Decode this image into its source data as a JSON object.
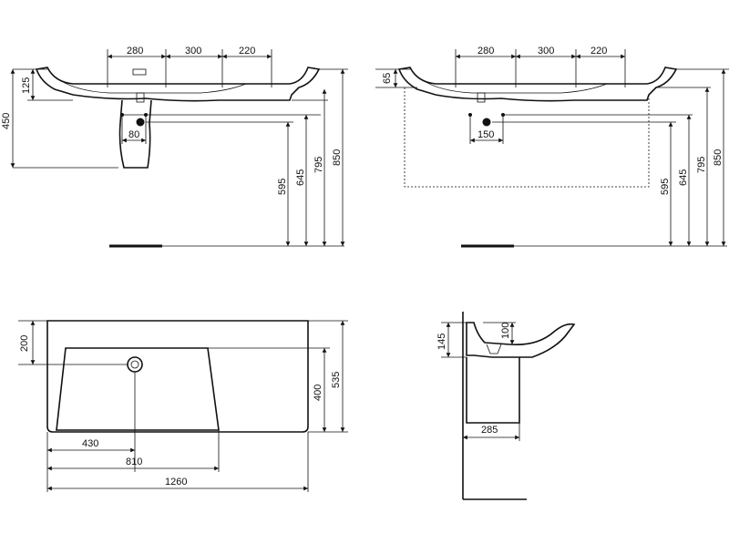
{
  "views": {
    "front_pedestal": {
      "top_dims": [
        "280",
        "300",
        "220"
      ],
      "left_dims": [
        "125",
        "450"
      ],
      "waste_dim": "80",
      "height_dims": [
        "595",
        "645",
        "795",
        "850"
      ]
    },
    "front_furniture": {
      "top_dims": [
        "280",
        "300",
        "220"
      ],
      "left_dim": "65",
      "waste_dim": "150",
      "height_dims": [
        "595",
        "645",
        "795",
        "850"
      ]
    },
    "plan": {
      "left_dim": "200",
      "right_dims": [
        "400",
        "535"
      ],
      "bottom_dims": [
        "430",
        "810",
        "1260"
      ]
    },
    "section": {
      "left_dim": "145",
      "top_dim": "100",
      "depth_dim": "285"
    }
  }
}
